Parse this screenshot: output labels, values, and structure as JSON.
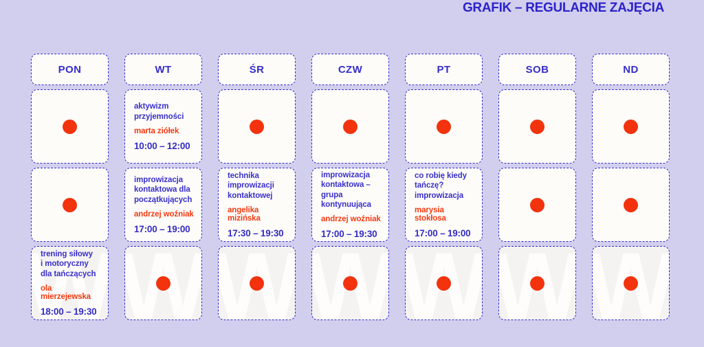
{
  "title": "GRAFIK – REGULARNE ZAJĘCIA",
  "watermark_glyph": "W",
  "colors": {
    "background": "#d2cfee",
    "card": "#fdfcf9",
    "card_row3": "#f4f3f1",
    "blue_text": "#3a30c8",
    "blue_border": "#2d26cd",
    "red_accent": "#f2330e"
  },
  "days": [
    {
      "label": "PON",
      "slots": [
        {
          "type": "dot"
        },
        {
          "type": "dot"
        },
        {
          "type": "class",
          "name": "trening siłowy\ni motoryczny\ndla tańczących",
          "instructor": "ola mierzejewska",
          "time": "18:00 – 19:30"
        }
      ]
    },
    {
      "label": "WT",
      "slots": [
        {
          "type": "class",
          "name": "aktywizm\nprzyjemności",
          "instructor": "marta ziółek",
          "time": "10:00 – 12:00"
        },
        {
          "type": "class",
          "name": "improwizacja\nkontaktowa dla\npoczątkujących",
          "instructor": "andrzej woźniak",
          "time": "17:00 – 19:00"
        },
        {
          "type": "dot"
        }
      ]
    },
    {
      "label": "ŚR",
      "slots": [
        {
          "type": "dot"
        },
        {
          "type": "class",
          "name": "technika\nimprowizacji\nkontaktowej",
          "instructor": "angelika mizińska",
          "time": "17:30 – 19:30"
        },
        {
          "type": "dot"
        }
      ]
    },
    {
      "label": "CZW",
      "slots": [
        {
          "type": "dot"
        },
        {
          "type": "class",
          "name": "improwizacja\nkontaktowa – grupa\nkontynuująca",
          "instructor": "andrzej woźniak",
          "time": "17:00 – 19:30"
        },
        {
          "type": "dot"
        }
      ]
    },
    {
      "label": "PT",
      "slots": [
        {
          "type": "dot"
        },
        {
          "type": "class",
          "name": "co robię kiedy\ntańczę?\nimprowizacja",
          "instructor": "marysia stokłosa",
          "time": "17:00 – 19:00"
        },
        {
          "type": "dot"
        }
      ]
    },
    {
      "label": "SOB",
      "slots": [
        {
          "type": "dot"
        },
        {
          "type": "dot"
        },
        {
          "type": "dot"
        }
      ]
    },
    {
      "label": "ND",
      "slots": [
        {
          "type": "dot"
        },
        {
          "type": "dot"
        },
        {
          "type": "dot"
        }
      ]
    }
  ]
}
